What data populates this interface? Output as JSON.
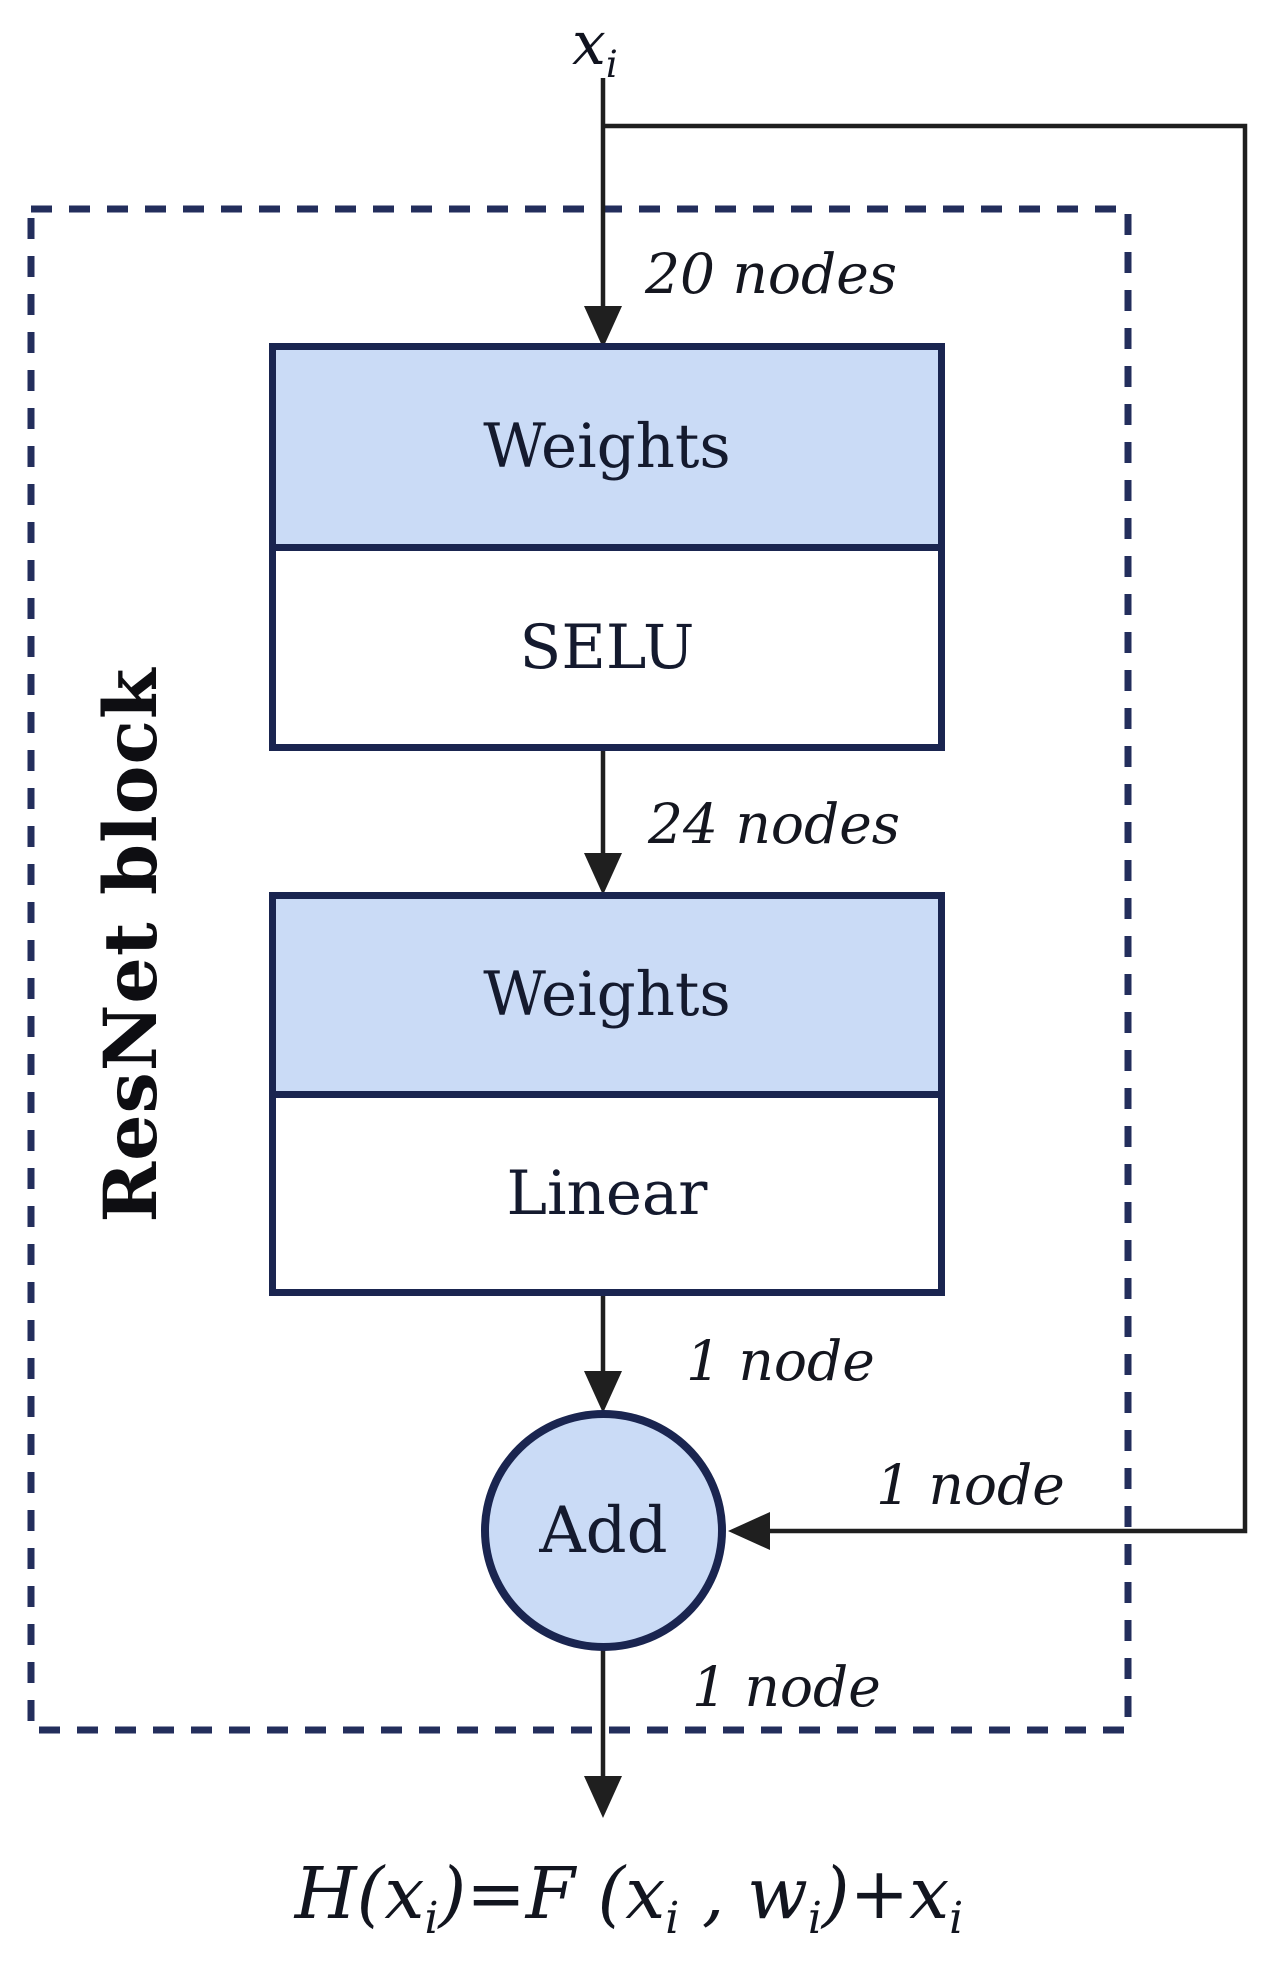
{
  "block_label": "ResNet block",
  "input": {
    "base": "x",
    "sub": "i"
  },
  "edges": {
    "into_block1": "20 nodes",
    "into_block2": "24 nodes",
    "into_add": "1 node",
    "skip": "1 node",
    "output": "1 node"
  },
  "block1": {
    "weights": "Weights",
    "activation": "SELU"
  },
  "block2": {
    "weights": "Weights",
    "activation": "Linear"
  },
  "add": {
    "label": "Add"
  },
  "formula": {
    "p1": "H(x",
    "s1": "i",
    "p2": ")=F (x",
    "s2": "i",
    "p3": " , w",
    "s3": "i",
    "p4": ")+x",
    "s4": "i"
  },
  "colors": {
    "box_fill": "#cadbf6",
    "box_border": "#1a2550",
    "dash": "#232e5c",
    "line": "#1f1f1f"
  }
}
